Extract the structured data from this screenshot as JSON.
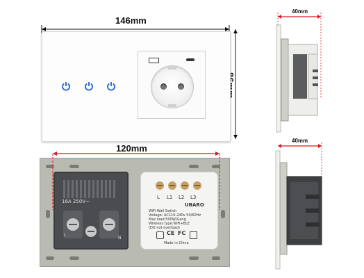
{
  "dimensions": {
    "front_width": "146mm",
    "front_height": "86mm",
    "back_span": "120mm",
    "side_depth_top": "40mm",
    "side_depth_bottom": "40mm"
  },
  "colors": {
    "dimension_line": "#e0161e",
    "touch_icon": "#1e5fd8",
    "panel_border": "#d9d9d9",
    "frame_gray": "#b9bab2",
    "module_dark": "#4a4c4f"
  },
  "front_panel": {
    "touch_buttons": [
      "power-icon",
      "power-icon",
      "power-icon"
    ],
    "socket": {
      "ports": [
        "usb-a-port",
        "usb-c-port"
      ]
    }
  },
  "back_view": {
    "socket_module": {
      "rating": "16A 250V~",
      "terminals": [
        "L",
        "N"
      ]
    },
    "switch_module": {
      "terminals": [
        "L",
        "L1",
        "L2",
        "L3"
      ],
      "brand": "UBARO",
      "spec_lines": [
        "WiFi Wall Switch",
        "Voltage: AC110-240v 50/60Hz",
        "Max load:500W/Gang",
        "Wireless type:WiFi+BLE",
        "(DO not overload)"
      ],
      "made_in": "Made in China",
      "cert_marks": [
        "CE",
        "FC"
      ]
    }
  }
}
